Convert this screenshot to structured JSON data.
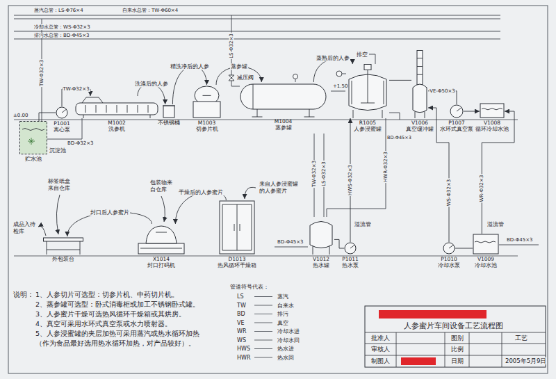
{
  "diagram": {
    "title": "人参蜜片车间设备工艺流程图",
    "nodes": [
      {
        "text": [
          "贮水池"
        ]
      },
      {
        "text": [
          "P1001",
          "离心泵"
        ]
      },
      {
        "text": [
          "M1002",
          "洗参机"
        ]
      },
      {
        "text": [
          "不锈钢桶"
        ]
      },
      {
        "text": [
          "M1003",
          "切参片机"
        ]
      },
      {
        "text": [
          "M1004",
          "蒸参罐"
        ]
      },
      {
        "text": [
          "R1005",
          "人参浸蜜罐"
        ]
      },
      {
        "text": [
          "V1006",
          "真空缓冲罐"
        ]
      },
      {
        "text": [
          "P1007",
          "水环式真空泵"
        ]
      },
      {
        "text": [
          "V1008",
          "循环冷却水池"
        ]
      },
      {
        "text": [
          "外包装台"
        ]
      },
      {
        "text": [
          "X1014",
          "封口打码机"
        ]
      },
      {
        "text": [
          "D1013",
          "热风循环干燥箱"
        ]
      },
      {
        "text": [
          "V1012",
          "热水罐"
        ]
      },
      {
        "text": [
          "P1011",
          "热水泵"
        ]
      },
      {
        "text": [
          "P1010",
          "冷却水泵"
        ]
      },
      {
        "text": [
          "V1009",
          "冷却水池"
        ]
      }
    ],
    "edges": [
      {
        "from": 0,
        "to": 1,
        "arrow": "none"
      },
      {
        "from": 1,
        "to": 2,
        "label": "TW-Φ32×3",
        "arrow": "to"
      },
      {
        "from": 2,
        "to": 3,
        "label": "洗涤后的人参",
        "arrow": "to"
      },
      {
        "from": 3,
        "to": 4,
        "label": "精洗净后的人参",
        "arrow": "to"
      },
      {
        "from": 4,
        "to": 5,
        "label": "蒸参罐",
        "arrow": "to"
      },
      {
        "from": 5,
        "to": 6,
        "label": "蒸熟后的人参",
        "arrow": "to"
      },
      {
        "from": 6,
        "to": 7,
        "arrow": "none"
      },
      {
        "from": 7,
        "to": 8,
        "label": "VE-Φ50×3",
        "arrow": "none"
      },
      {
        "from": 8,
        "to": 9,
        "arrow": "to"
      },
      {
        "from": 13,
        "to": 14,
        "arrow": "none"
      },
      {
        "from": 14,
        "to": 6,
        "label": "HWS-Φ32×3",
        "arrow": "to"
      },
      {
        "from": 16,
        "to": 15,
        "arrow": "none"
      },
      {
        "from": 15,
        "to": 7,
        "label": "WS-Φ32×3",
        "arrow": "to"
      },
      {
        "from": 16,
        "to": 9,
        "label": "WR-Φ32×3",
        "arrow": "to"
      },
      {
        "from": 12,
        "to": 11,
        "label": "干燥后的人参蜜片",
        "arrow": "to"
      },
      {
        "from": 11,
        "to": 10,
        "label": "封口后人参蜜片",
        "arrow": "to"
      }
    ],
    "labels": [
      "蒸汽总管：LS-Φ76×4",
      "自来水总管：TW-Φ60×4",
      "冷却水总管：WS-Φ32×3",
      "排污水总管：BD-Φ45×3",
      "±0.00",
      "TW-Φ32×3",
      "沉淀池",
      "BD-Φ32×3",
      "LS-Φ32×3",
      "减压阀",
      "排空",
      "+1.50",
      "BD-Φ45×3",
      "TW-Φ32×3",
      "LS-Φ32×3",
      "HWR-Φ32×3",
      "溢流管",
      "BD-Φ45×3",
      "溢流管",
      "BD-Φ45×3",
      "成品入待检库",
      "标签纸盒来自仓库",
      "包装物来自仓库",
      "来自人参浸蜜罐的人参蜜片",
      "说明：",
      "1、人参切片可选型：切参片机、中药切片机。",
      "2、蒸参罐可选型：卧式消毒柜或加工不锈钢卧式罐。",
      "3、人参蜜片干燥可选热风循环干燥箱或其烘房。",
      "4、真空可采用水环式真空泵或水力喷射器。",
      "5、人参浸蜜罐的夹层加热可采用蒸汽或热水循环加热",
      "（作为食品最好选用热水循环加热，对产品较好）。",
      "管道符号代表：",
      "LS",
      "蒸汽",
      "TW",
      "自来水",
      "BD",
      "排污",
      "VE",
      "真空",
      "WR",
      "冷却水进",
      "WS",
      "冷却水回",
      "HWS",
      "热水进",
      "HWR",
      "热水回",
      "批准人",
      "审核人",
      "制图人",
      "图别",
      "工艺",
      "比例",
      "日期",
      "2005年5月9日"
    ]
  }
}
